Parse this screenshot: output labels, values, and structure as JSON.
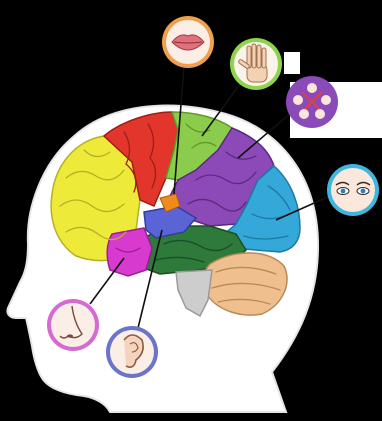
{
  "figure": {
    "subject": "brain-sensory-regions",
    "regions": [
      {
        "id": "frontal",
        "color": "#eeea3a"
      },
      {
        "id": "motor",
        "color": "#e2362c"
      },
      {
        "id": "somatosensory",
        "color": "#8ccc4c"
      },
      {
        "id": "parietal",
        "color": "#8c4ab8"
      },
      {
        "id": "occipital",
        "color": "#34a8d8"
      },
      {
        "id": "temporal",
        "color": "#2e7a3a"
      },
      {
        "id": "olfactory",
        "color": "#d83ad0"
      },
      {
        "id": "auditory",
        "color": "#5a64d6"
      },
      {
        "id": "gustatory",
        "color": "#f08a1e"
      },
      {
        "id": "cerebellum",
        "color": "#efbf8e"
      },
      {
        "id": "brainstem",
        "color": "#cdcdcd"
      }
    ],
    "senses": [
      {
        "id": "taste",
        "icon": "mouth-icon",
        "ring": "#f0a04a"
      },
      {
        "id": "touch",
        "icon": "hand-icon",
        "ring": "#8fd34d"
      },
      {
        "id": "balance",
        "icon": "multisense-icon",
        "ring": "#8a4ab8"
      },
      {
        "id": "sight",
        "icon": "eye-icon",
        "ring": "#3fb6de"
      },
      {
        "id": "smell",
        "icon": "nose-icon",
        "ring": "#d46ad2"
      },
      {
        "id": "hearing",
        "icon": "ear-icon",
        "ring": "#6a74c8"
      }
    ],
    "colors": {
      "background": "#000000",
      "head": "#ffffff",
      "outline": "#111111"
    }
  }
}
